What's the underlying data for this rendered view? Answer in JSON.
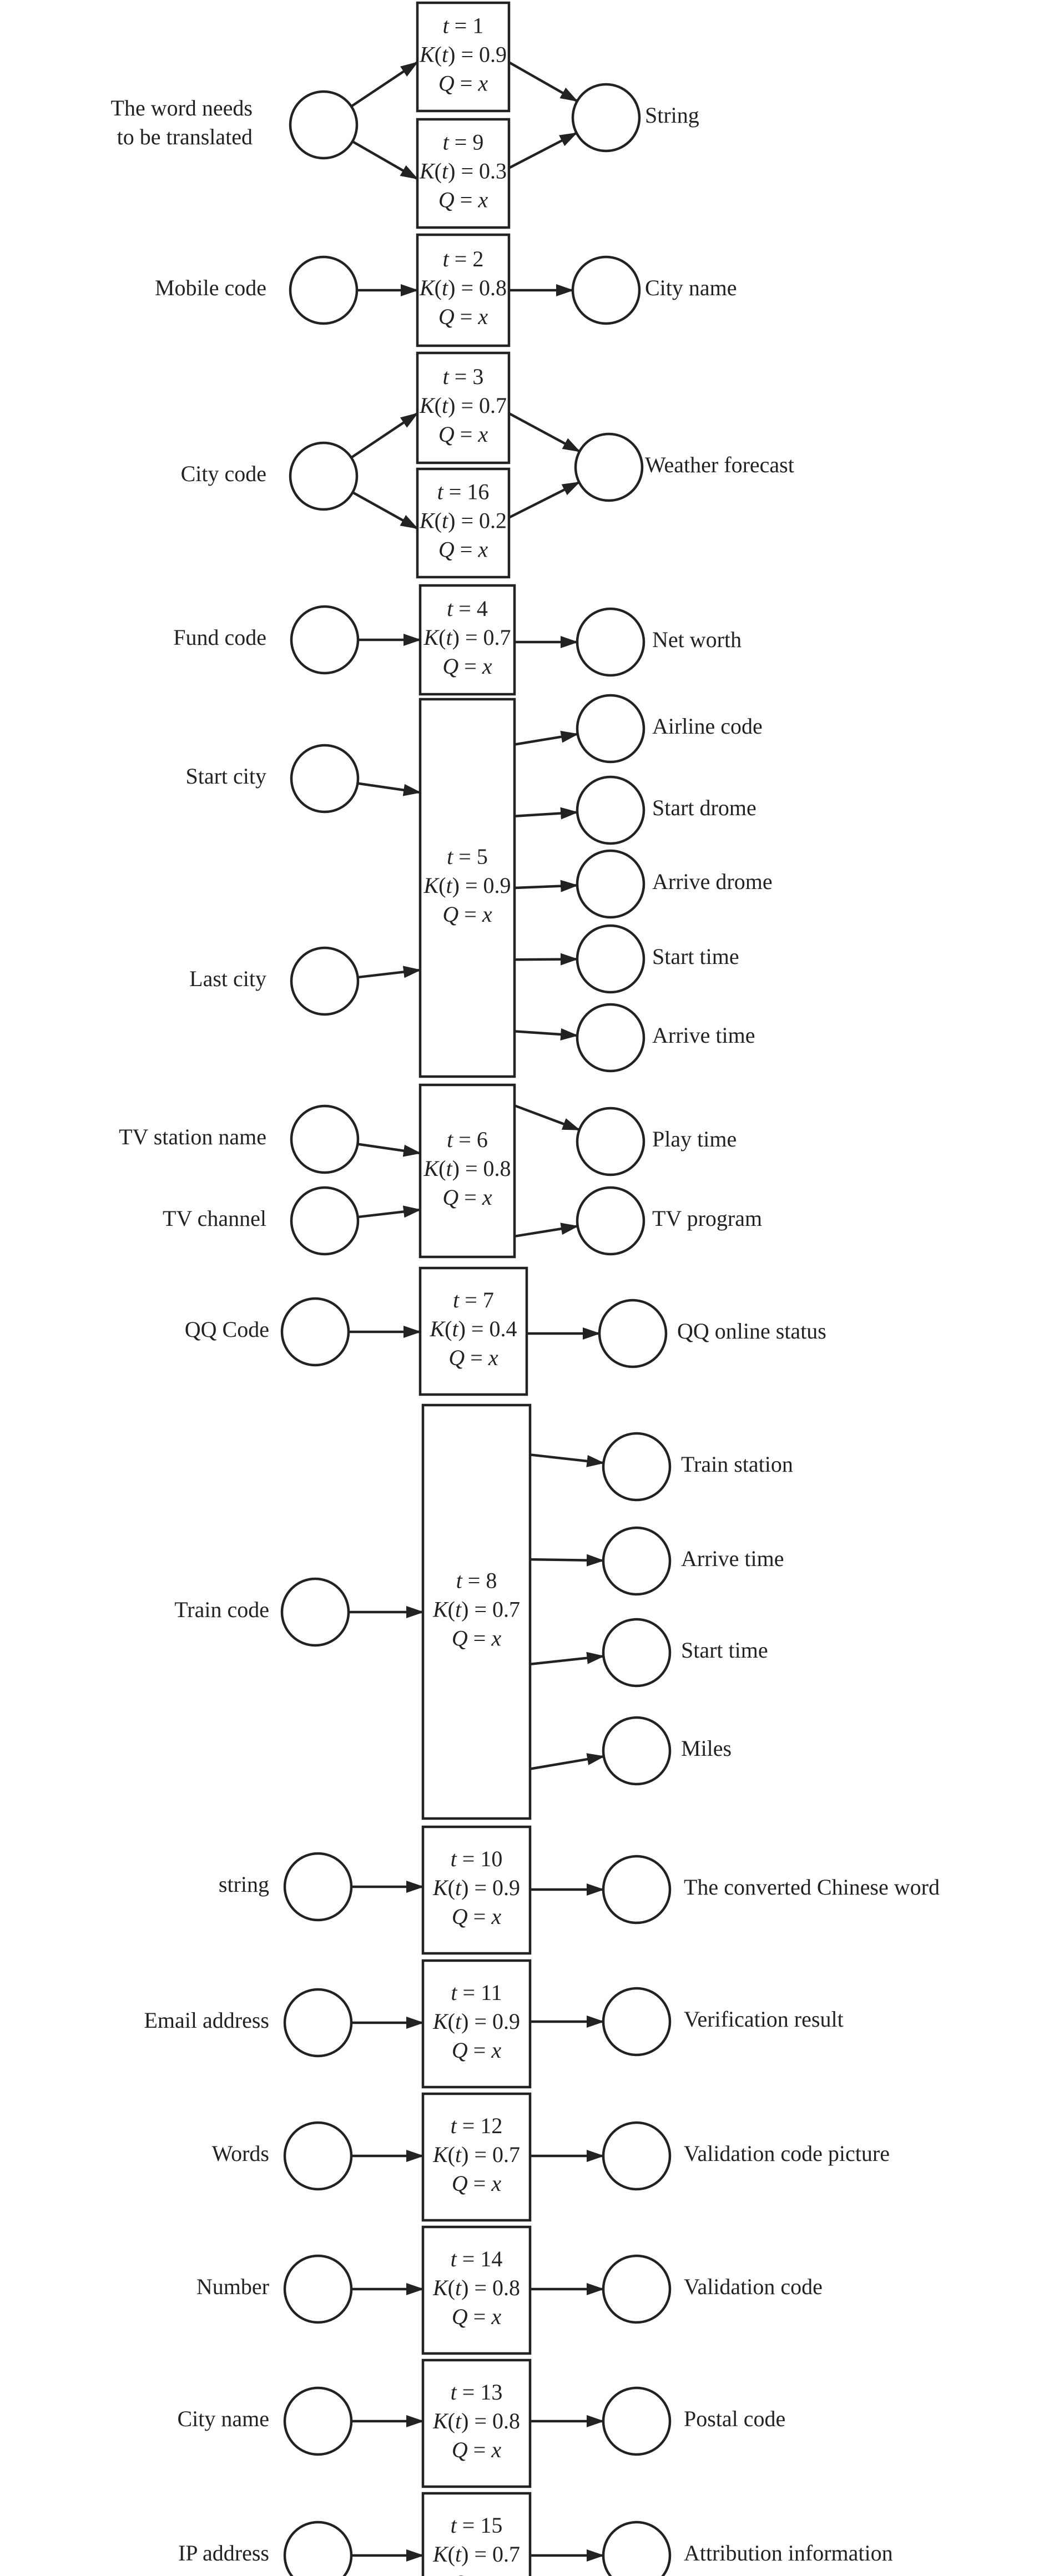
{
  "rows": [
    {
      "inputs": [
        [
          "The word needs",
          "to be translated"
        ]
      ],
      "services": [
        {
          "t": "1",
          "k": "0.9",
          "q": "x"
        },
        {
          "t": "9",
          "k": "0.3",
          "q": "x"
        }
      ],
      "outputs": [
        "String"
      ]
    },
    {
      "inputs": [
        [
          "Mobile code"
        ]
      ],
      "services": [
        {
          "t": "2",
          "k": "0.8",
          "q": "x"
        }
      ],
      "outputs": [
        "City name"
      ]
    },
    {
      "inputs": [
        [
          "City code"
        ]
      ],
      "services": [
        {
          "t": "3",
          "k": "0.7",
          "q": "x"
        },
        {
          "t": "16",
          "k": "0.2",
          "q": "x"
        }
      ],
      "outputs": [
        "Weather forecast"
      ]
    },
    {
      "inputs": [
        [
          "Fund code"
        ]
      ],
      "services": [
        {
          "t": "4",
          "k": "0.7",
          "q": "x"
        }
      ],
      "outputs": [
        "Net worth"
      ]
    },
    {
      "inputs": [
        [
          "Start city"
        ],
        [
          "Last city"
        ]
      ],
      "services": [
        {
          "t": "5",
          "k": "0.9",
          "q": "x"
        }
      ],
      "outputs": [
        "Airline code",
        "Start drome",
        "Arrive drome",
        "Start time",
        "Arrive time"
      ]
    },
    {
      "inputs": [
        [
          "TV station name"
        ],
        [
          "TV channel"
        ]
      ],
      "services": [
        {
          "t": "6",
          "k": "0.8",
          "q": "x"
        }
      ],
      "outputs": [
        "Play time",
        "TV program"
      ]
    },
    {
      "inputs": [
        [
          "QQ Code"
        ]
      ],
      "services": [
        {
          "t": "7",
          "k": "0.4",
          "q": "x"
        }
      ],
      "outputs": [
        "QQ online status"
      ]
    },
    {
      "inputs": [
        [
          "Train code"
        ]
      ],
      "services": [
        {
          "t": "8",
          "k": "0.7",
          "q": "x"
        }
      ],
      "outputs": [
        "Train station",
        "Arrive time",
        "Start time",
        "Miles"
      ]
    },
    {
      "inputs": [
        [
          "string"
        ]
      ],
      "services": [
        {
          "t": "10",
          "k": "0.9",
          "q": "x"
        }
      ],
      "outputs": [
        "The converted Chinese word"
      ]
    },
    {
      "inputs": [
        [
          "Email address"
        ]
      ],
      "services": [
        {
          "t": "11",
          "k": "0.9",
          "q": "x"
        }
      ],
      "outputs": [
        "Verification result"
      ]
    },
    {
      "inputs": [
        [
          "Words"
        ]
      ],
      "services": [
        {
          "t": "12",
          "k": "0.7",
          "q": "x"
        }
      ],
      "outputs": [
        "Validation code picture"
      ]
    },
    {
      "inputs": [
        [
          "Number"
        ]
      ],
      "services": [
        {
          "t": "14",
          "k": "0.8",
          "q": "x"
        }
      ],
      "outputs": [
        "Validation code"
      ]
    },
    {
      "inputs": [
        [
          "City name"
        ]
      ],
      "services": [
        {
          "t": "13",
          "k": "0.8",
          "q": "x"
        }
      ],
      "outputs": [
        "Postal code"
      ]
    },
    {
      "inputs": [
        [
          "IP address"
        ]
      ],
      "services": [
        {
          "t": "15",
          "k": "0.7",
          "q": "x"
        }
      ],
      "outputs": [
        "Attribution information"
      ]
    }
  ]
}
